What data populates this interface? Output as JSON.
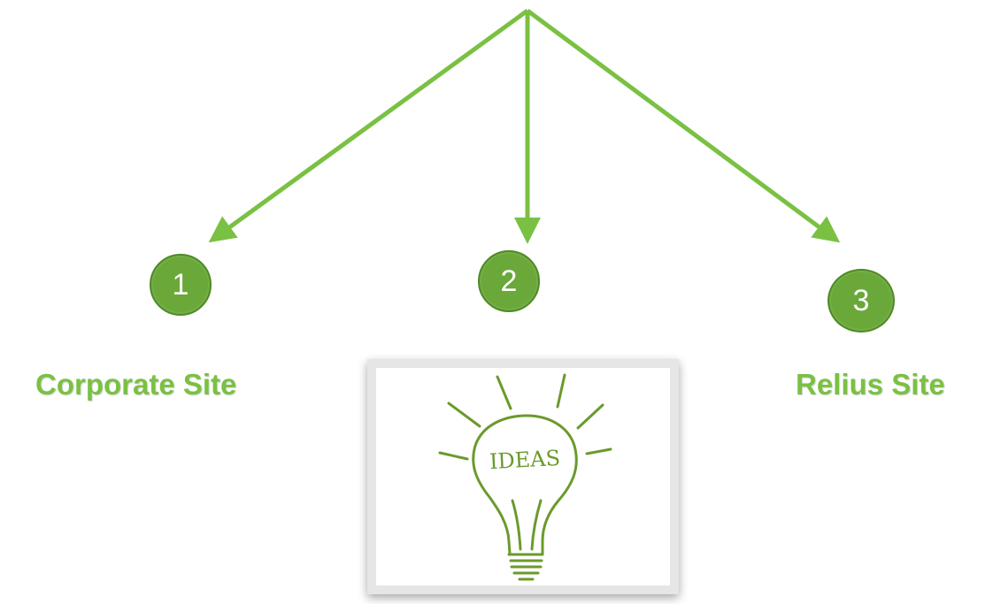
{
  "colors": {
    "arrow": "#7ac143",
    "badge_fill": "#6aa83a",
    "badge_border": "#4f8a24",
    "label": "#7ac143",
    "sketch": "#6b9a2c"
  },
  "options": [
    {
      "number": "1",
      "label": "Corporate Site"
    },
    {
      "number": "2",
      "label": ""
    },
    {
      "number": "3",
      "label": "Relius Site"
    }
  ],
  "ideas_image": {
    "text": "IDEAS",
    "icon": "lightbulb-sketch-icon"
  }
}
